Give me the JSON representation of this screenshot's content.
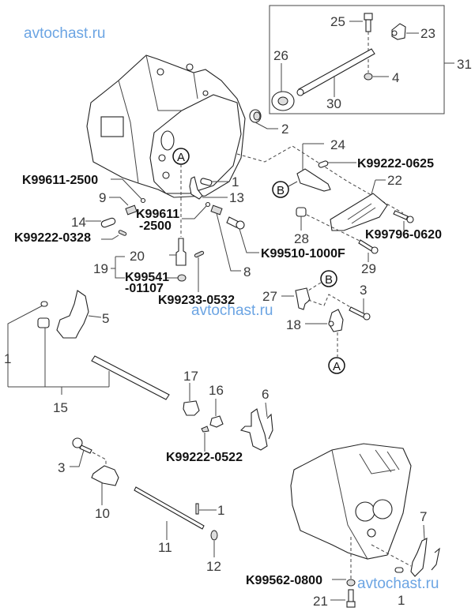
{
  "watermark": "avtochast.ru",
  "group_box_label": "31",
  "ref_markers": {
    "a": "A",
    "b": "B"
  },
  "labels": {
    "p1": "1",
    "p2": "2",
    "p3": "3",
    "p4": "4",
    "p5": "5",
    "p6": "6",
    "p7": "7",
    "p8": "8",
    "p9": "9",
    "p10": "10",
    "p11": "11",
    "p12": "12",
    "p13": "13",
    "p14": "14",
    "p15": "15",
    "p16": "16",
    "p17": "17",
    "p18": "18",
    "p19": "19",
    "p20": "20",
    "p21": "21",
    "p22": "22",
    "p23": "23",
    "p24": "24",
    "p25": "25",
    "p26": "26",
    "p27": "27",
    "p28": "28",
    "p29": "29",
    "p30": "30"
  },
  "codes": {
    "k99611_2500": "K99611-2500",
    "k99611_2500b_l1": "K99611",
    "k99611_2500b_l2": "-2500",
    "k99222_0328": "K99222-0328",
    "k99541_l1": "K99541",
    "k99541_l2": "-01107",
    "k99233_0532": "K99233-0532",
    "k99222_0625": "K99222-0625",
    "k99796_0620": "K99796-0620",
    "k99510_1000f": "K99510-1000F",
    "k99222_0522": "K99222-0522",
    "k99562_0800": "K99562-0800"
  }
}
